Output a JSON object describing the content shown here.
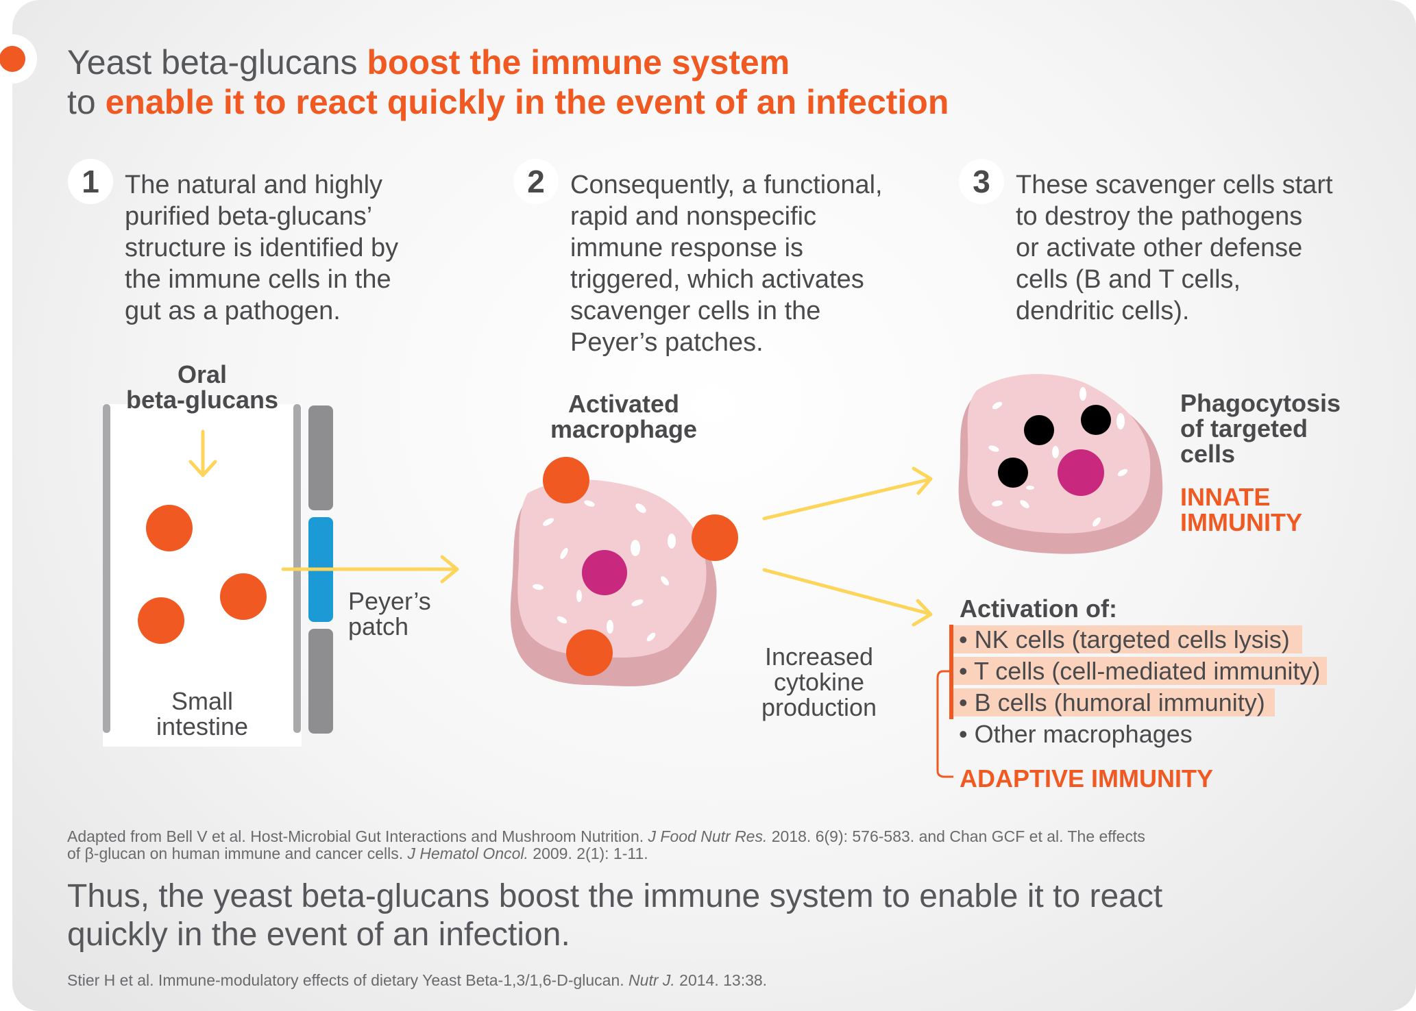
{
  "headline": {
    "line1_plain": "Yeast beta-glucans",
    "line1_bold": "boost the immune system",
    "line2_plain": "to",
    "line2_bold": "enable it to react quickly in the event of an infection"
  },
  "steps": [
    {
      "number": "1",
      "lines": [
        "The natural and highly",
        "purified beta-glucans’",
        "structure is identified by",
        "the immune cells in the",
        "gut as a pathogen."
      ]
    },
    {
      "number": "2",
      "lines": [
        "Consequently, a functional,",
        "rapid and nonspecific",
        "immune response is",
        "triggered, which activates",
        "scavenger cells in the",
        "Peyer’s patches."
      ]
    },
    {
      "number": "3",
      "lines": [
        "These scavenger cells start",
        "to destroy the pathogens",
        "or activate other defense",
        "cells (B and T cells,",
        "dendritic cells)."
      ]
    }
  ],
  "diagram": {
    "oral_line1": "Oral",
    "oral_line2": "beta-glucans",
    "small_intestine_line1": "Small",
    "small_intestine_line2": "intestine",
    "peyers_line1": "Peyer’s",
    "peyers_line2": "patch",
    "macrophage_line1": "Activated",
    "macrophage_line2": "macrophage",
    "cytokine_line1": "Increased",
    "cytokine_line2": "cytokine",
    "cytokine_line3": "production",
    "phago_line1": "Phagocytosis",
    "phago_line2": "of targeted",
    "phago_line3": "cells",
    "innate_line1": "INNATE",
    "innate_line2": "IMMUNITY",
    "activation_title": "Activation of:",
    "activation_items": [
      "• NK cells (targeted cells lysis)",
      "• T cells (cell-mediated immunity)",
      "• B cells (humoral immunity)",
      "• Other macrophages"
    ],
    "adaptive": "ADAPTIVE IMMUNITY"
  },
  "reference1": {
    "part1": "Adapted from Bell V et al. Host-Microbial Gut Interactions and Mushroom Nutrition. ",
    "journal1": "J Food Nutr Res.",
    "part2": " 2018. 6(9): 576-583. and Chan GCF et al. The effects",
    "part3": "of β-glucan on human immune and cancer cells. ",
    "journal2": "J Hematol Oncol.",
    "part4": " 2009. 2(1): 1-11."
  },
  "conclusion_line1": "Thus, the yeast beta-glucans boost the immune system to enable it to react",
  "conclusion_line2": "quickly in the event of an infection.",
  "reference2": {
    "part1": "Stier H et al. Immune-modulatory effects of dietary Yeast Beta-1,3/1,6-D-glucan. ",
    "journal": "Nutr J.",
    "part2": " 2014. 13:38."
  },
  "colors": {
    "orange": "#f05a22",
    "magenta": "#c8287e",
    "arrow_yellow": "#fcd55a",
    "peyer_blue": "#1c9ad6",
    "membrane_gray": "#8e8e91",
    "cell_pink": "#f3cdd1",
    "highlight": "#fbd3bd"
  },
  "icons": [
    "orange-dot-marker-icon",
    "down-arrow-icon",
    "right-arrow-icon",
    "macrophage-cell-icon",
    "phagocytosing-cell-icon"
  ]
}
